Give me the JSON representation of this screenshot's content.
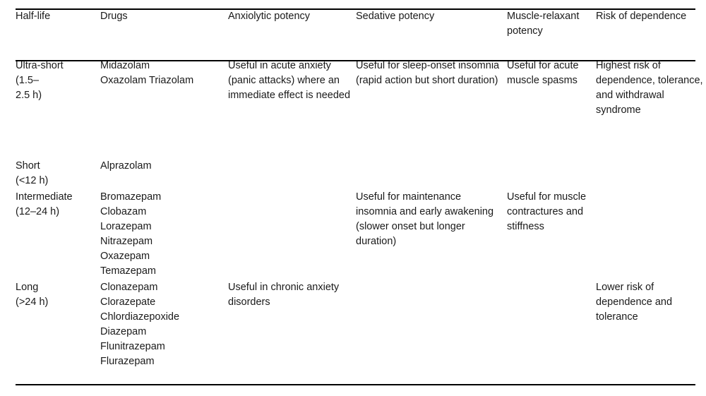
{
  "table": {
    "caption_visible": false,
    "columns": [
      "Half-life",
      "Drugs",
      "Anxiolytic potency",
      "Sedative potency",
      "Muscle-relaxant potency",
      "Risk of dependence"
    ],
    "rows": [
      {
        "half_life": "Ultra-short\n(1.5–\n2.5    h)",
        "drugs": [
          "Midazolam",
          "Oxazolam Triazolam"
        ],
        "anxiolytic": "Useful in acute anxiety (panic attacks) where an immediate effect is needed",
        "sedative": "Useful for sleep-onset insomnia (rapid action but short duration)",
        "muscle_relaxant": "Useful for acute muscle spasms",
        "dependence": "Highest risk of dependence, tolerance, and withdrawal syndrome"
      },
      {
        "half_life": "Short\n(<12    h)",
        "drugs": [
          "Alprazolam"
        ],
        "anxiolytic": "",
        "sedative": "",
        "muscle_relaxant": "",
        "dependence": ""
      },
      {
        "half_life": "Intermediate\n(12–24    h)",
        "drugs": [
          "Bromazepam",
          "Clobazam",
          "Lorazepam",
          "Nitrazepam",
          "Oxazepam",
          "Temazepam"
        ],
        "anxiolytic": "",
        "sedative": "Useful for maintenance insomnia and early awakening (slower onset but longer duration)",
        "muscle_relaxant": "Useful for muscle contractures and stiffness",
        "dependence": ""
      },
      {
        "half_life": "Long\n(>24    h)",
        "drugs": [
          "Clonazepam",
          "Clorazepate",
          "Chlordiazepoxide",
          "Diazepam",
          "Flunitrazepam",
          "Flurazepam"
        ],
        "anxiolytic": "Useful in chronic anxiety disorders",
        "sedative": "",
        "muscle_relaxant": "",
        "dependence": "Lower risk of dependence and tolerance"
      }
    ]
  },
  "style": {
    "rule_color": "#000000",
    "text_color": "#1a1a1a",
    "background": "#ffffff"
  }
}
